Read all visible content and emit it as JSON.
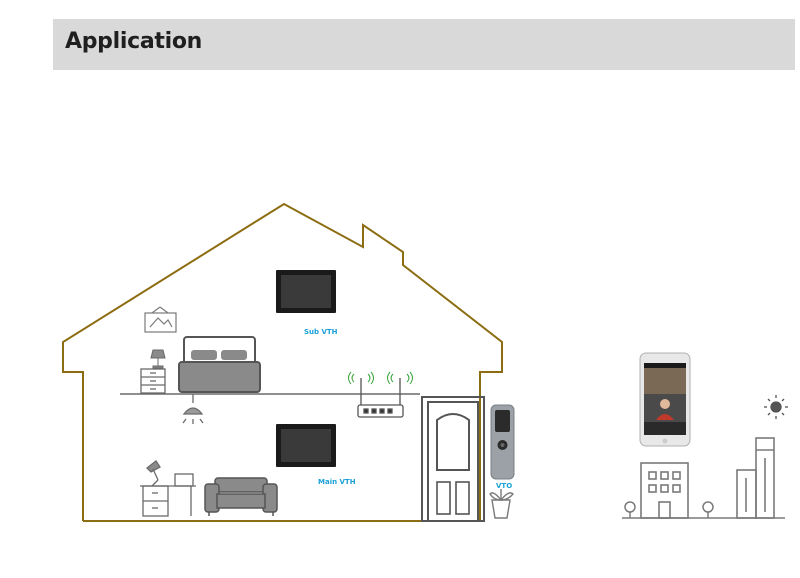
{
  "header": {
    "title": "Application"
  },
  "labels": {
    "sub_vth": "Sub VTH",
    "main_vth": "Main VTH",
    "vto": "VTO"
  },
  "colors": {
    "house_outline": "#8c6d12",
    "label": "#1aa0d8",
    "icon_stroke": "#6a6a6a",
    "monitor": "#1a1a1a",
    "header_bg": "#d9d9d9"
  },
  "icons": [
    "picture-frame-icon",
    "lamp-icon",
    "nightstand-icon",
    "bed-icon",
    "ceiling-light-icon",
    "router-icon",
    "wifi-signal-icon",
    "desk-lamp-icon",
    "desk-icon",
    "sofa-icon",
    "door-icon",
    "doorbell-vto-icon",
    "plant-icon",
    "smartphone-icon",
    "office-building-icon",
    "skyscraper-icon",
    "sun-icon",
    "tree-icon"
  ]
}
